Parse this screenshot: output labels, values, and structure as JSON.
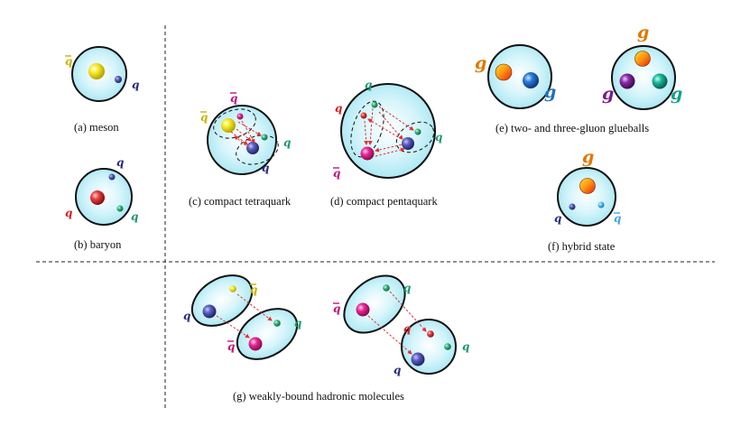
{
  "captions": {
    "meson": "(a) meson",
    "baryon": "(b) baryon",
    "tetraquark": "(c) compact tetraquark",
    "pentaquark": "(d) compact pentaquark",
    "glueballs": "(e) two- and three-gluon glueballs",
    "hybrid": "(f) hybrid state",
    "molecules": "(g) weakly-bound hadronic molecules"
  },
  "labels": {
    "quark": "q",
    "antiquark": "q",
    "gluon": "g"
  },
  "colors": {
    "hadron_fill": "#b8ecf5",
    "quark_yellow": "#f2e11a",
    "quark_blue": "#4b4fa8",
    "quark_red": "#e03a3a",
    "quark_green": "#2fae78",
    "quark_magenta": "#e0208a",
    "label_yellow": "#c8b400",
    "label_blue": "#2a2a80",
    "label_red": "#d42222",
    "label_green": "#1a9a6a",
    "label_magenta": "#c0157a",
    "label_orange": "#e07800",
    "label_gbl": "#1c6fc0",
    "label_purple": "#7a1a8a",
    "label_teal": "#12a08a",
    "label_cyan": "#40a8e0",
    "arrow_red": "#e03030"
  }
}
